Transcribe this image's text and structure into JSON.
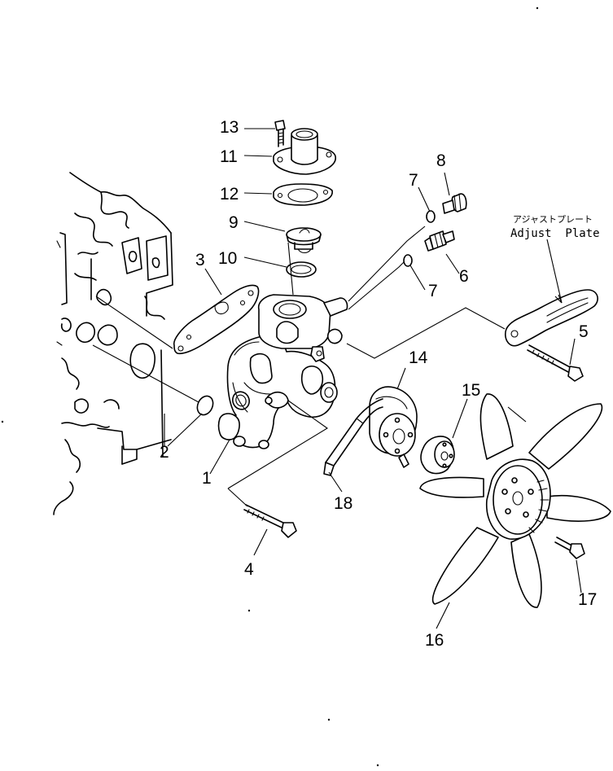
{
  "diagram": {
    "callouts": {
      "p1": "1",
      "p2": "2",
      "p3": "3",
      "p4": "4",
      "p5": "5",
      "p6": "6",
      "p7a": "7",
      "p7b": "7",
      "p8": "8",
      "p9": "9",
      "p10": "10",
      "p11": "11",
      "p12": "12",
      "p13": "13",
      "p14": "14",
      "p15": "15",
      "p16": "16",
      "p17": "17",
      "p18": "18"
    },
    "note": {
      "japanese": "アジャストプレート",
      "english": "Adjust  Plate"
    }
  }
}
